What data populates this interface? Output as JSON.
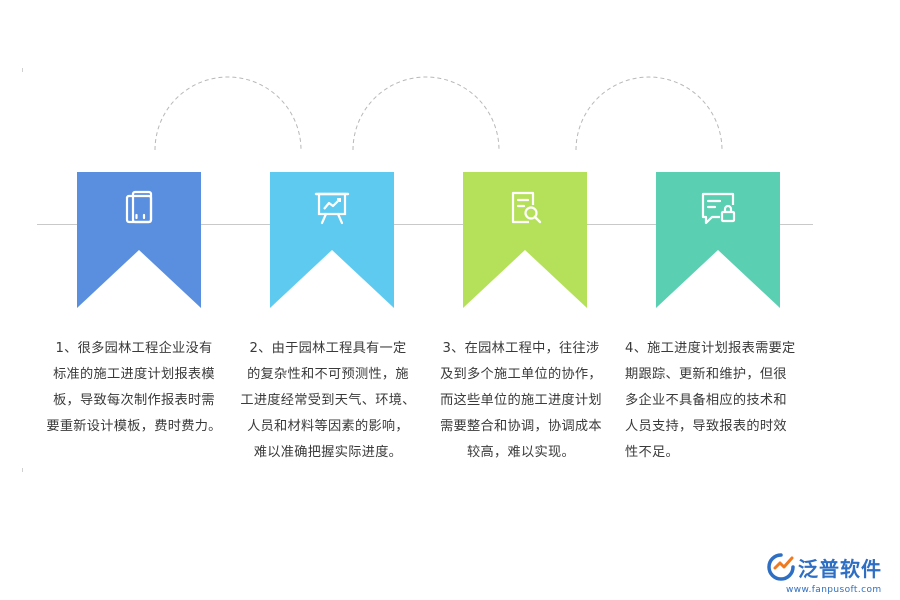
{
  "steps": [
    {
      "number": "1",
      "color": "#5a8fe0",
      "icon": "document-tablet-icon",
      "lines": [
        "1、很多园林工程企业没有",
        "标准的施工进度计划报表模",
        "板，导致每次制作报表时需",
        "要重新设计模板，费时费力。"
      ]
    },
    {
      "number": "2",
      "color": "#5fcaf0",
      "icon": "presentation-chart-icon",
      "lines": [
        "2、由于园林工程具有一定",
        "的复杂性和不可预测性，施",
        "工进度经常受到天气、环境、",
        "人员和材料等因素的影响，",
        "难以准确把握实际进度。"
      ]
    },
    {
      "number": "3",
      "color": "#b5e05a",
      "icon": "document-search-icon",
      "lines": [
        "3、在园林工程中，往往涉",
        "及到多个施工单位的协作，",
        "而这些单位的施工进度计划",
        "需要整合和协调，协调成本",
        "较高，难以实现。"
      ]
    },
    {
      "number": "4",
      "color": "#5bcfb1",
      "icon": "message-lock-icon",
      "lines": [
        "4、施工进度计划报表需要定",
        "期跟踪、更新和维护，但很",
        "多企业不具备相应的技术和",
        "人员支持，导致报表的时效",
        "性不足。"
      ]
    }
  ],
  "logo": {
    "name": "泛普软件",
    "url": "www.fanpusoft.com",
    "color": "#2f6fc3",
    "accent": "#f07a1e"
  }
}
